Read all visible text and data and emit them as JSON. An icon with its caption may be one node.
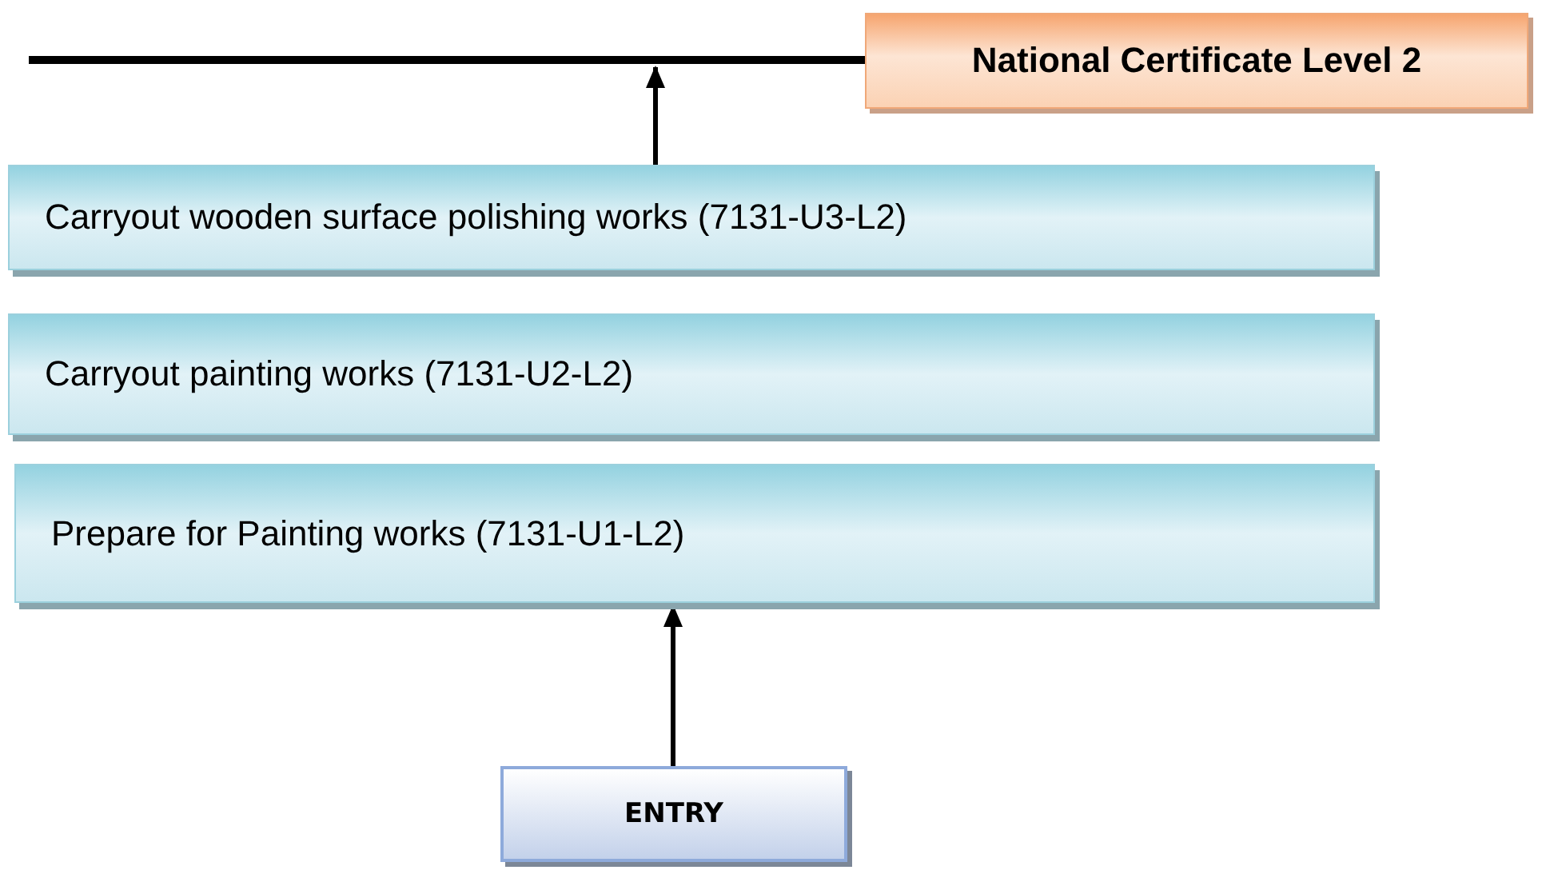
{
  "diagram": {
    "nodes": [
      {
        "text": [],
        "shape": "bar"
      },
      {
        "text": [
          "National Certificate Level 2"
        ]
      },
      {
        "text": [
          "Carryout wooden surface polishing works (7131-U3-L2)"
        ]
      },
      {
        "text": [
          "Carryout painting works (7131-U2-L2)"
        ]
      },
      {
        "text": [
          "Prepare for Painting works (7131-U1-L2)"
        ]
      },
      {
        "text": [
          "ENTRY"
        ]
      }
    ],
    "edges": [
      {
        "from": 2,
        "to": 0,
        "arrow": "to"
      },
      {
        "from": 5,
        "to": 4,
        "arrow": "to"
      }
    ]
  }
}
